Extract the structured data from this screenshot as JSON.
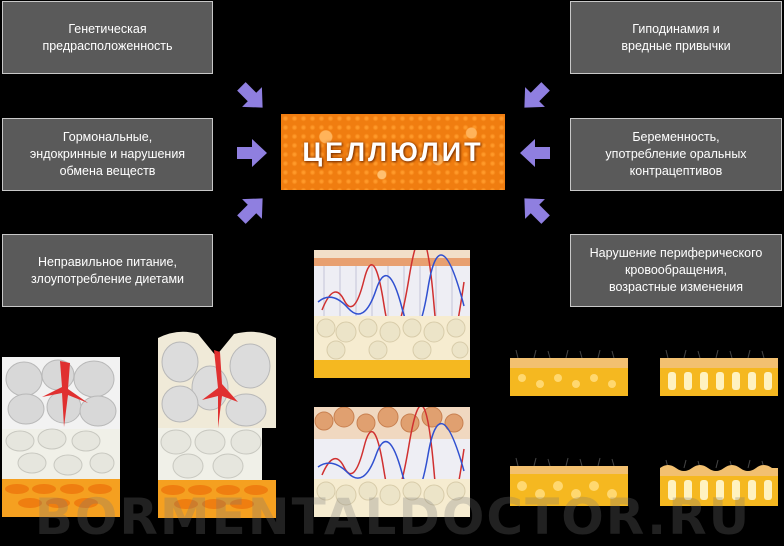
{
  "title": "ЦЕЛЛЮЛИТ",
  "causes": {
    "genetic": "Генетическая\nпредрасположенность",
    "hormonal": "Гормональные,\nэндокринные и нарушения\nобмена веществ",
    "nutrition": "Неправильное питание,\nзлоупотребление диетами",
    "hypodynamia": "Гиподинамия и\nвредные привычки",
    "pregnancy": "Беременность,\nупотребление оральных\nконтрацептивов",
    "circulation": "Нарушение периферического\nкровообращения,\nвозрастные изменения"
  },
  "watermark": "BORMENTALDOCTOR.RU",
  "colors": {
    "box_bg": "#5a5a5a",
    "box_border": "#c8c8c8",
    "arrow": "#8f7fe0",
    "center": "#f07d10"
  }
}
